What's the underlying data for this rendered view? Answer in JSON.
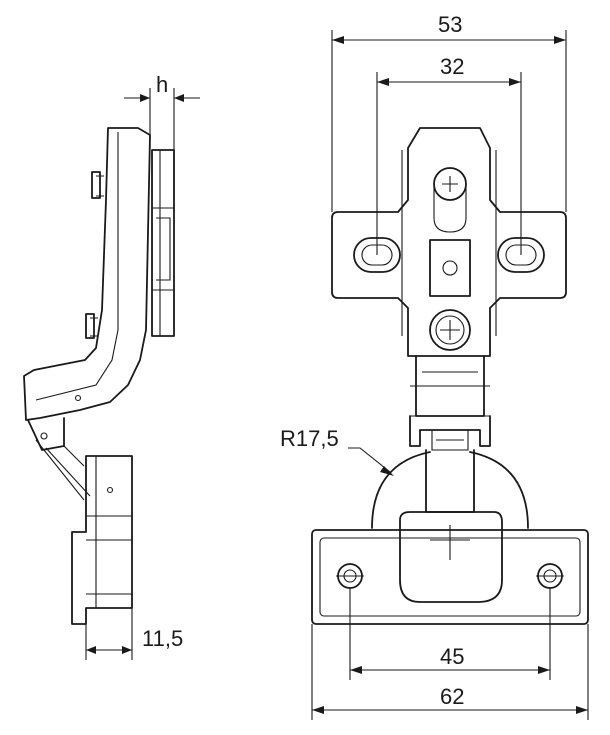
{
  "labels": {
    "h": "h",
    "dim_11_5": "11,5",
    "dim_53": "53",
    "dim_32": "32",
    "dim_45": "45",
    "dim_62": "62",
    "radius": "R17,5"
  },
  "colors": {
    "line": "#1a1a1a",
    "background": "#ffffff"
  }
}
